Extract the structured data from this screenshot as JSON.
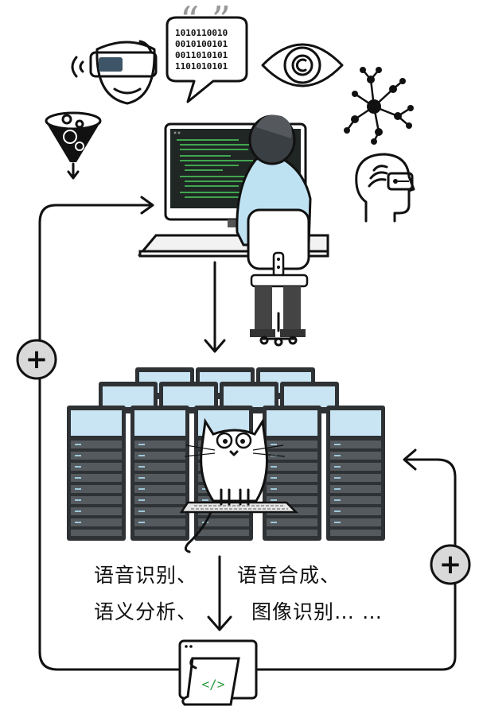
{
  "binary_bubble": {
    "lines": [
      "1010110010",
      "0010100101",
      "0011010101",
      "1101010101"
    ]
  },
  "captions": {
    "left_line1": "语音识别、",
    "right_line1": "语音合成、",
    "left_line2": "语义分析、",
    "right_line2": "图像识别… …"
  },
  "code_icon_glyph": "</>",
  "plus_symbol": "+",
  "icons": [
    "vr-headset-icon",
    "speech-bubble-icon",
    "eye-icon",
    "network-icon",
    "funnel-icon",
    "head-profile-icon",
    "plus-icon",
    "code-scroll-icon"
  ],
  "colors": {
    "server_blue": "#c9e4f3",
    "rack_dark": "#2f3235",
    "screen_dark": "#1f2624",
    "code_green": "#4fd05f",
    "shirt_blue": "#bfe2f2",
    "plus_circle": "#d9d9d9",
    "ink": "#111111"
  }
}
